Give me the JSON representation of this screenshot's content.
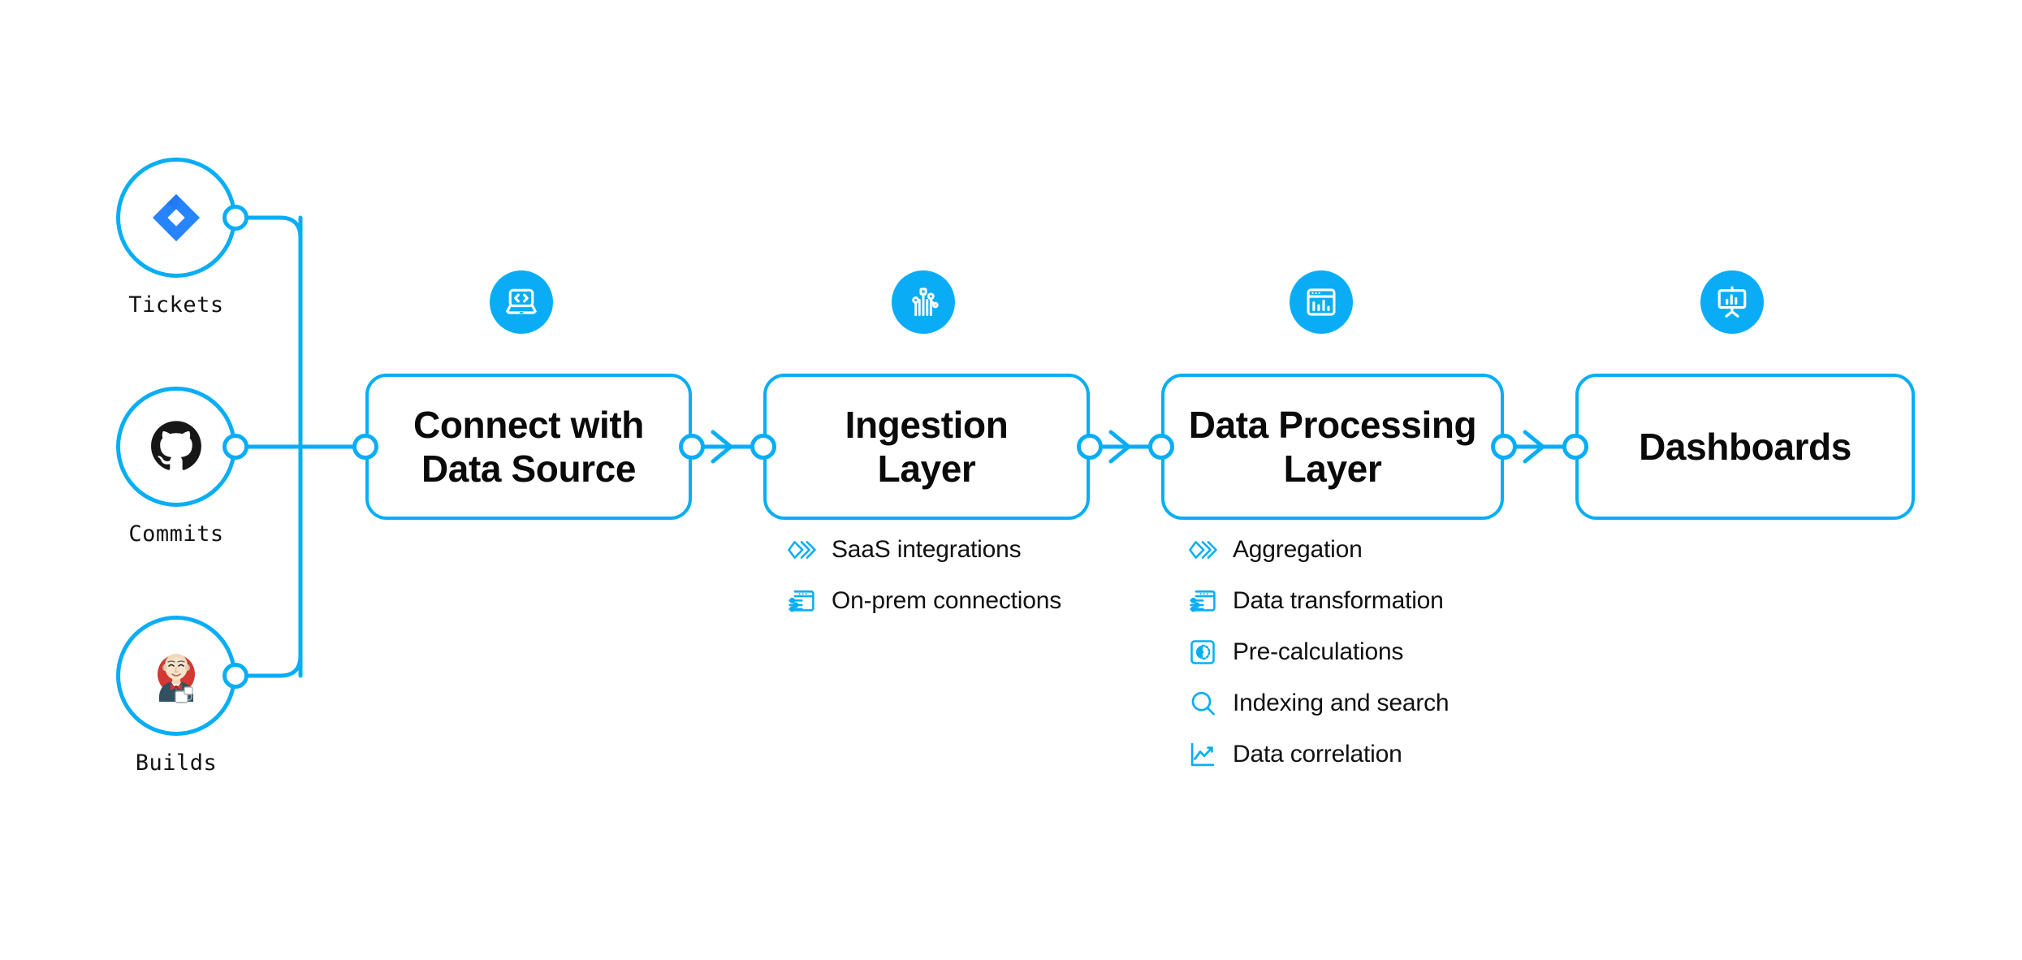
{
  "theme": {
    "accent": "#08AEF5",
    "badge_fill": "#0AADF5",
    "text": "#111111",
    "background": "#FFFFFF",
    "jira_blue": "#2684FF",
    "github_black": "#181717",
    "jenkins_red": "#D33833"
  },
  "sources": [
    {
      "label": "Tickets",
      "icon": "jira-icon"
    },
    {
      "label": "Commits",
      "icon": "github-icon"
    },
    {
      "label": "Builds",
      "icon": "jenkins-icon"
    }
  ],
  "stages": [
    {
      "title": "Connect with\nData Source",
      "line1": "Connect with",
      "line2": "Data Source",
      "badge_icon": "laptop-code-icon",
      "features": []
    },
    {
      "title": "Ingestion\nLayer",
      "line1": "Ingestion",
      "line2": "Layer",
      "badge_icon": "circuit-nodes-icon",
      "features": [
        {
          "label": "SaaS integrations",
          "icon": "stacked-chevrons-icon"
        },
        {
          "label": "On-prem connections",
          "icon": "window-sliders-icon"
        }
      ]
    },
    {
      "title": "Data Processing\nLayer",
      "line1": "Data Processing",
      "line2": "Layer",
      "badge_icon": "window-barchart-icon",
      "features": [
        {
          "label": "Aggregation",
          "icon": "stacked-chevrons-icon"
        },
        {
          "label": "Data transformation",
          "icon": "window-sliders-icon"
        },
        {
          "label": "Pre-calculations",
          "icon": "gauge-square-icon"
        },
        {
          "label": "Indexing and search",
          "icon": "magnifier-icon"
        },
        {
          "label": "Data correlation",
          "icon": "line-chart-icon"
        }
      ]
    },
    {
      "title": "Dashboards",
      "line1": "Dashboards",
      "line2": "",
      "badge_icon": "presentation-chart-icon",
      "features": []
    }
  ]
}
